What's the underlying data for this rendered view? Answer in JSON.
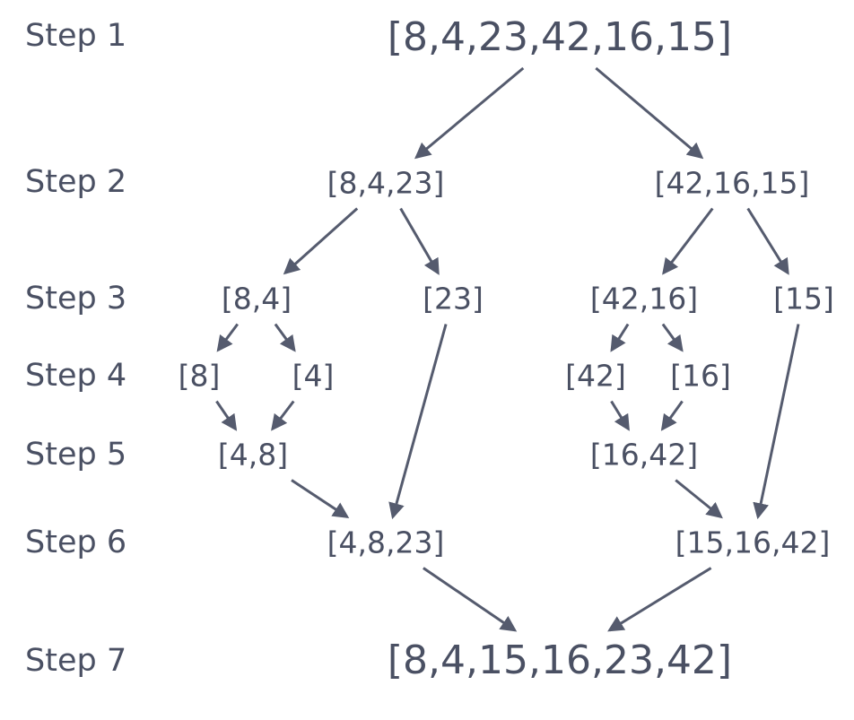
{
  "steps": [
    {
      "id": "step-1",
      "label": "Step 1"
    },
    {
      "id": "step-2",
      "label": "Step 2"
    },
    {
      "id": "step-3",
      "label": "Step 3"
    },
    {
      "id": "step-4",
      "label": "Step 4"
    },
    {
      "id": "step-5",
      "label": "Step 5"
    },
    {
      "id": "step-6",
      "label": "Step 6"
    },
    {
      "id": "step-7",
      "label": "Step 7"
    }
  ],
  "nodes": {
    "n1": "[8,4,23,42,16,15]",
    "n2a": "[8,4,23]",
    "n2b": "[42,16,15]",
    "n3a": "[8,4]",
    "n3b": "[23]",
    "n3c": "[42,16]",
    "n3d": "[15]",
    "n4a": "[8]",
    "n4b": "[4]",
    "n4c": "[42]",
    "n4d": "[16]",
    "n5a": "[4,8]",
    "n5b": "[16,42]",
    "n6a": "[4,8,23]",
    "n6b": "[15,16,42]",
    "n7": "[8,4,15,16,23,42]"
  },
  "edges": [
    {
      "from": "n1",
      "to": "n2a"
    },
    {
      "from": "n1",
      "to": "n2b"
    },
    {
      "from": "n2a",
      "to": "n3a"
    },
    {
      "from": "n2a",
      "to": "n3b"
    },
    {
      "from": "n2b",
      "to": "n3c"
    },
    {
      "from": "n2b",
      "to": "n3d"
    },
    {
      "from": "n3a",
      "to": "n4a"
    },
    {
      "from": "n3a",
      "to": "n4b"
    },
    {
      "from": "n3c",
      "to": "n4c"
    },
    {
      "from": "n3c",
      "to": "n4d"
    },
    {
      "from": "n4a",
      "to": "n5a"
    },
    {
      "from": "n4b",
      "to": "n5a"
    },
    {
      "from": "n4c",
      "to": "n5b"
    },
    {
      "from": "n4d",
      "to": "n5b"
    },
    {
      "from": "n5a",
      "to": "n6a"
    },
    {
      "from": "n3b",
      "to": "n6a"
    },
    {
      "from": "n5b",
      "to": "n6b"
    },
    {
      "from": "n3d",
      "to": "n6b"
    },
    {
      "from": "n6a",
      "to": "n7"
    },
    {
      "from": "n6b",
      "to": "n7"
    }
  ],
  "colors": {
    "text": "#4a5063",
    "arrow": "#555b6e",
    "background": "#ffffff"
  }
}
